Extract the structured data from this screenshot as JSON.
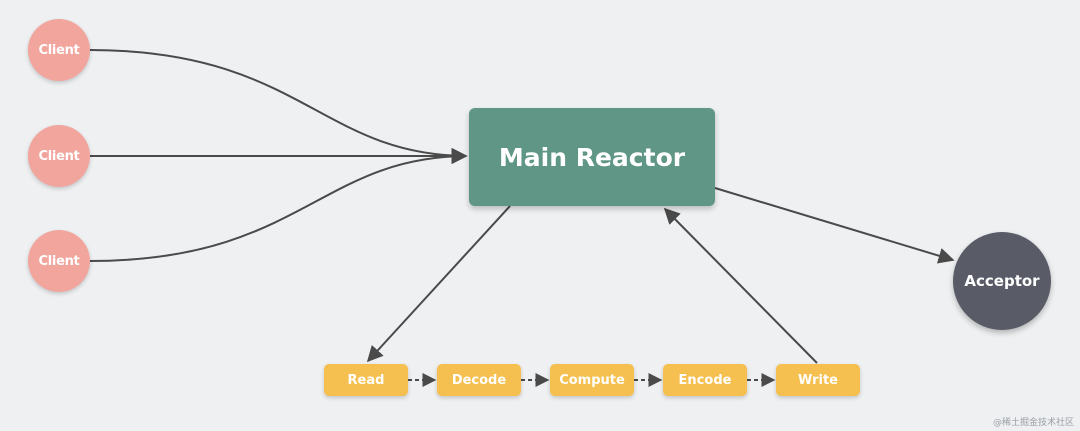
{
  "nodes": {
    "clients": [
      "Client",
      "Client",
      "Client"
    ],
    "main_reactor": "Main Reactor",
    "acceptor": "Acceptor",
    "steps": [
      "Read",
      "Decode",
      "Compute",
      "Encode",
      "Write"
    ]
  },
  "colors": {
    "background": "#eef0f2",
    "client": "#f1a59d",
    "main_reactor": "#5f9685",
    "acceptor": "#595c66",
    "step": "#f5c04f",
    "edge": "#4a4a4a"
  },
  "watermark": "@稀土掘金技术社区"
}
